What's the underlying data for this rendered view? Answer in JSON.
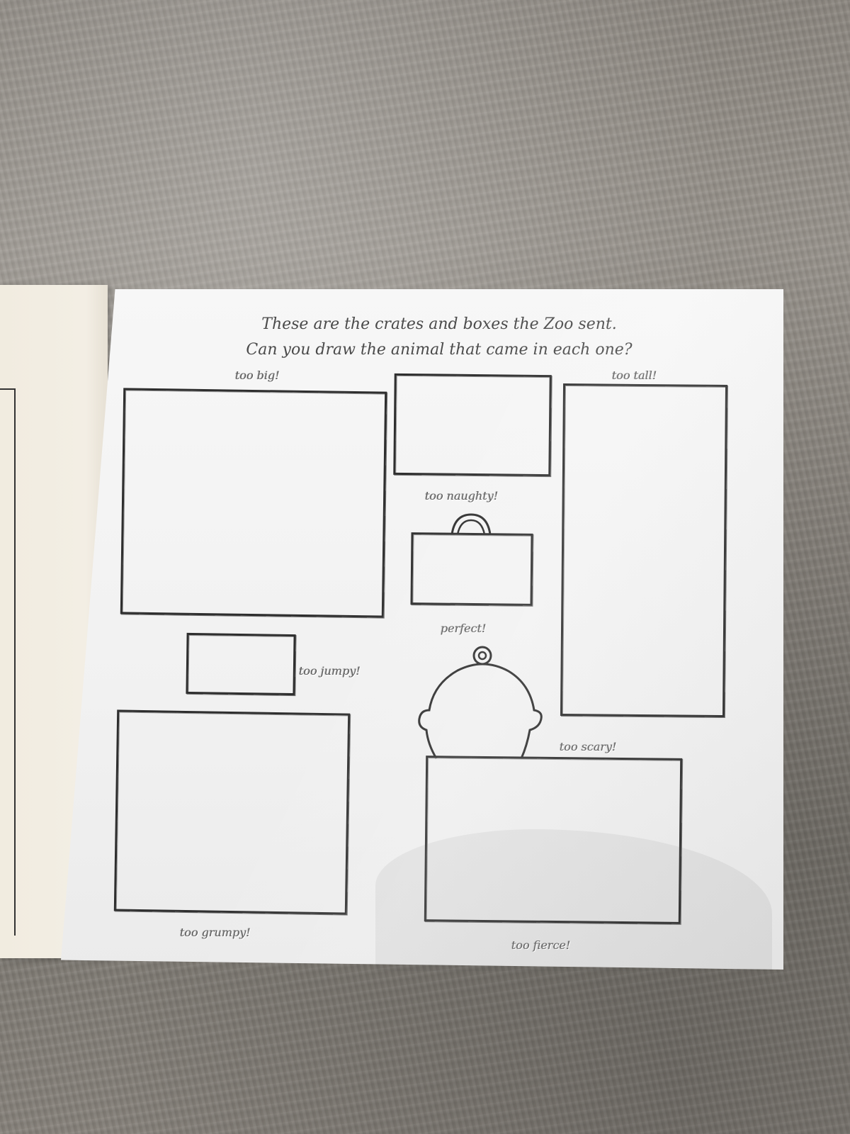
{
  "book": {
    "heading_line1": "These are the crates and boxes the Zoo sent.",
    "heading_line2": "Can you draw the animal that came in each one?"
  },
  "crates": [
    {
      "id": "big",
      "label": "too big!"
    },
    {
      "id": "naughty",
      "label": "too naughty!"
    },
    {
      "id": "tall",
      "label": "too tall!"
    },
    {
      "id": "jumpy",
      "label": "too jumpy!"
    },
    {
      "id": "perfect",
      "label": "perfect!"
    },
    {
      "id": "scary",
      "label": "too scary!"
    },
    {
      "id": "grumpy",
      "label": "too grumpy!"
    },
    {
      "id": "fierce",
      "label": "too fierce!"
    }
  ],
  "icons": {
    "handle": "carry-handle-icon",
    "pet_carrier": "round-pet-carrier-icon"
  },
  "colors": {
    "page": "#f4f4f4",
    "cream_page": "#f1ece0",
    "outline": "#2e2e2e",
    "text": "#4a4a4a",
    "blanket": "#8c8780"
  }
}
